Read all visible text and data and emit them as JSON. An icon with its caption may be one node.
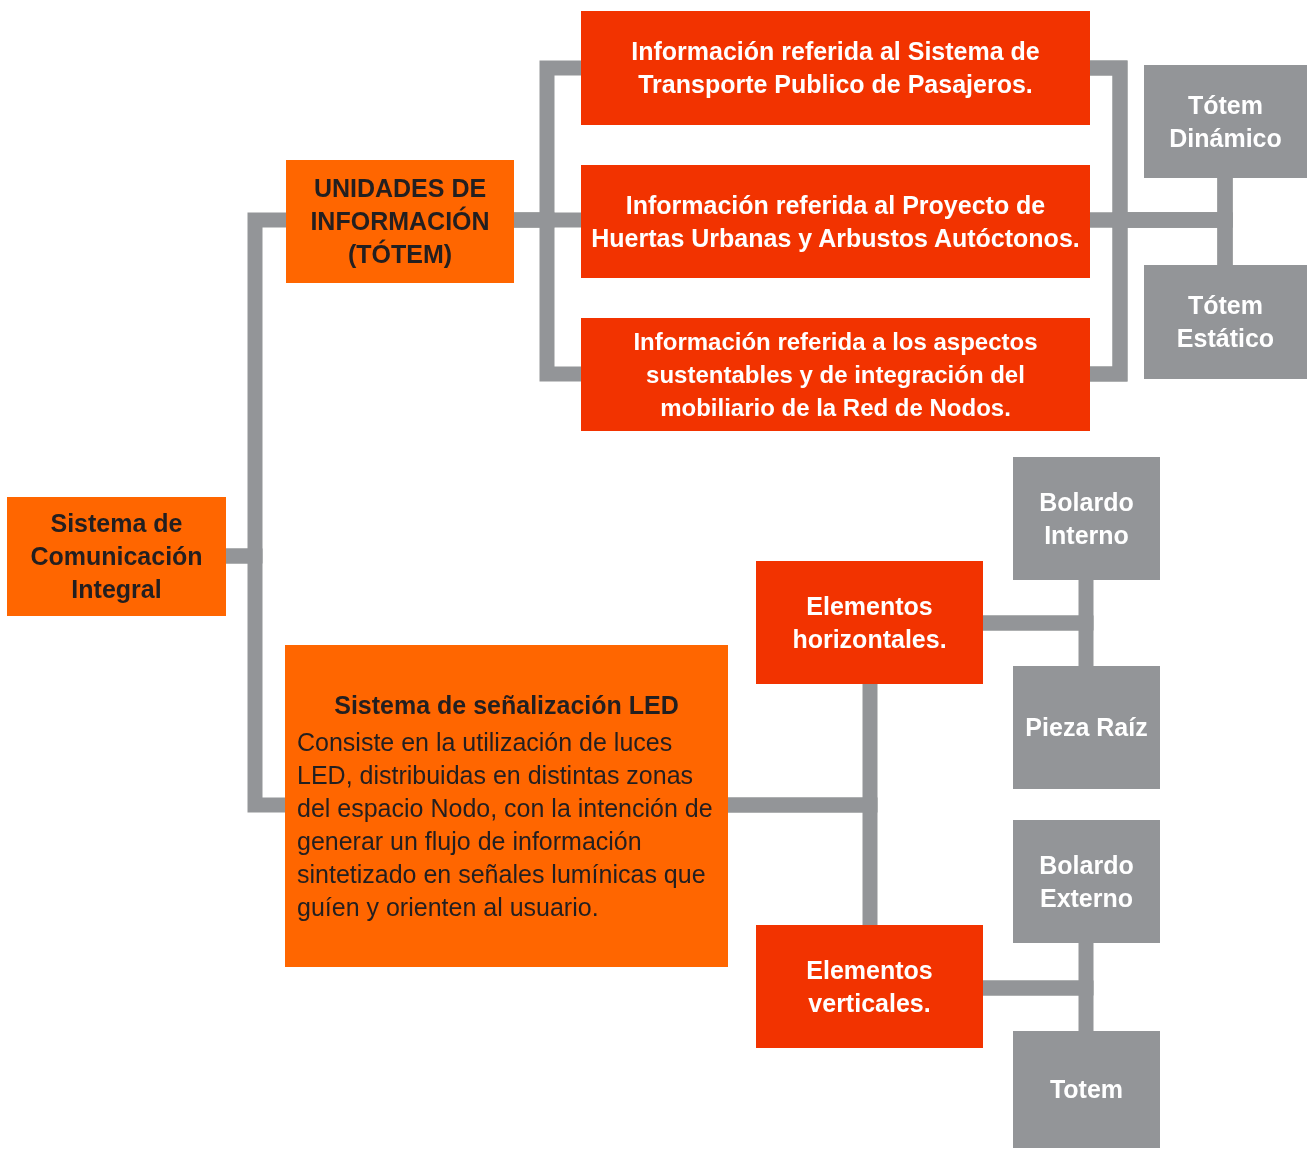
{
  "diagram": {
    "nodes": [
      {
        "text": [
          "Sistema de Comunicación Integral"
        ]
      },
      {
        "text": [
          "UNIDADES DE INFORMACIÓN (TÓTEM)"
        ]
      },
      {
        "text": [
          "Información referida al Sistema de Transporte Publico de Pasajeros."
        ]
      },
      {
        "text": [
          "Información referida al Proyecto de Huertas Urbanas y Arbustos Autóctonos."
        ]
      },
      {
        "text": [
          "Información referida a los aspectos sustentables y de integración del mobiliario de la Red de Nodos."
        ]
      },
      {
        "text": [
          "Tótem Dinámico"
        ]
      },
      {
        "text": [
          "Tótem Estático"
        ]
      },
      {
        "text": [
          "Sistema de señalización LED",
          "Consiste en la utilización de luces LED, distribuidas en distintas zonas del espacio Nodo, con la intención de generar un flujo de información sintetizado en señales lumínicas que guíen y orienten al usuario."
        ]
      },
      {
        "text": [
          "Elementos horizontales."
        ]
      },
      {
        "text": [
          "Bolardo Interno"
        ]
      },
      {
        "text": [
          "Pieza Raíz"
        ]
      },
      {
        "text": [
          "Elementos verticales."
        ]
      },
      {
        "text": [
          "Bolardo Externo"
        ]
      },
      {
        "text": [
          "Totem"
        ]
      }
    ],
    "edges": [
      {
        "from": 0,
        "to": 1,
        "arrow": "none"
      },
      {
        "from": 0,
        "to": 7,
        "arrow": "none"
      },
      {
        "from": 1,
        "to": 2,
        "arrow": "none"
      },
      {
        "from": 1,
        "to": 3,
        "arrow": "none"
      },
      {
        "from": 1,
        "to": 4,
        "arrow": "none"
      },
      {
        "from": 2,
        "to": 5,
        "arrow": "none"
      },
      {
        "from": 2,
        "to": 6,
        "arrow": "none"
      },
      {
        "from": 3,
        "to": 5,
        "arrow": "none"
      },
      {
        "from": 3,
        "to": 6,
        "arrow": "none"
      },
      {
        "from": 4,
        "to": 5,
        "arrow": "none"
      },
      {
        "from": 4,
        "to": 6,
        "arrow": "none"
      },
      {
        "from": 7,
        "to": 8,
        "arrow": "none"
      },
      {
        "from": 7,
        "to": 11,
        "arrow": "none"
      },
      {
        "from": 8,
        "to": 9,
        "arrow": "none"
      },
      {
        "from": 8,
        "to": 10,
        "arrow": "none"
      },
      {
        "from": 11,
        "to": 12,
        "arrow": "none"
      },
      {
        "from": 11,
        "to": 13,
        "arrow": "none"
      }
    ]
  }
}
